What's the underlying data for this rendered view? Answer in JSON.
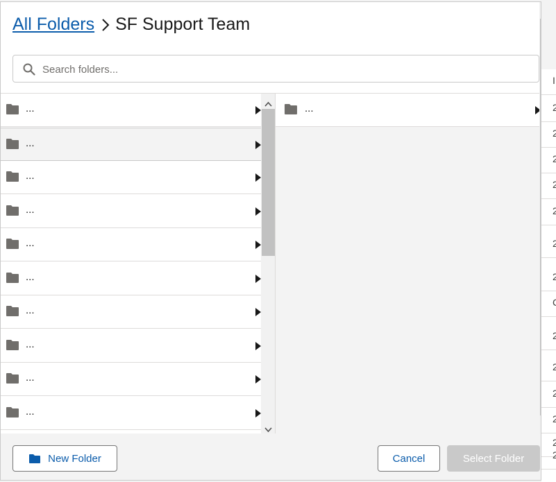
{
  "breadcrumb": {
    "root": "All Folders",
    "current": "SF Support Team"
  },
  "search": {
    "placeholder": "Search folders...",
    "value": ""
  },
  "column1": {
    "items": [
      {
        "label": "..."
      },
      {
        "label": "...",
        "selected": true
      },
      {
        "label": "..."
      },
      {
        "label": "..."
      },
      {
        "label": "..."
      },
      {
        "label": "..."
      },
      {
        "label": "..."
      },
      {
        "label": "..."
      },
      {
        "label": "..."
      },
      {
        "label": "..."
      }
    ]
  },
  "column2": {
    "items": [
      {
        "label": "..."
      }
    ]
  },
  "footer": {
    "new_folder_label": "New Folder",
    "cancel_label": "Cancel",
    "select_folder_label": "Select Folder"
  },
  "background_page": {
    "row_chars": [
      "I",
      "2",
      "2",
      "2",
      "2",
      "2",
      "2",
      "2",
      "C",
      "2",
      "2",
      "2",
      "2",
      "2",
      "2"
    ]
  },
  "colors": {
    "link": "#0b5cab",
    "folder_icon_gray": "#706e6b",
    "folder_icon_blue": "#0b5cab",
    "disabled_button": "#c9c9c9"
  },
  "icons": {
    "search": "search-icon",
    "folder": "folder-icon",
    "expand": "caret-right-icon",
    "breadcrumb_separator": "chevron-right-icon",
    "new_folder": "folder-icon"
  }
}
